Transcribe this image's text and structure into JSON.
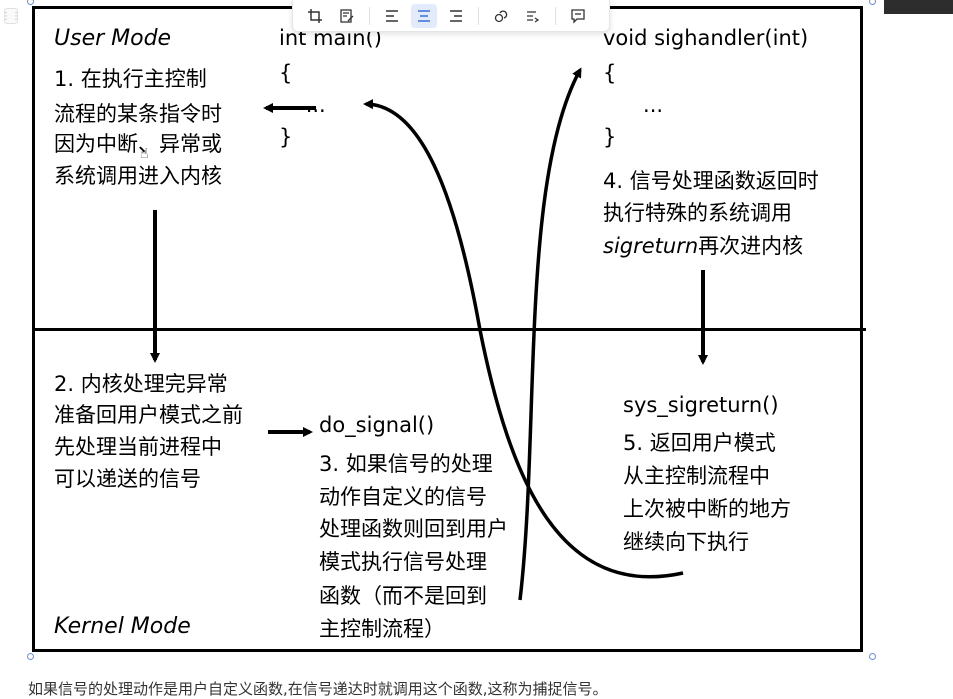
{
  "diagram": {
    "user_mode_label": "User Mode",
    "kernel_mode_label": "Kernel Mode",
    "step1": [
      "1. 在执行主控制",
      "流程的某条指令时",
      "因为中断、异常或",
      "系统调用进入内核"
    ],
    "main_func": [
      "int main()",
      "{",
      "    ...",
      "}"
    ],
    "handler_func": [
      "void sighandler(int)",
      "{",
      "      ...",
      "}"
    ],
    "step4_line1": "4. 信号处理函数返回时",
    "step4_line2": "执行特殊的系统调用",
    "step4_sig": "sigreturn",
    "step4_rest": "再次进内核",
    "step2": [
      "2. 内核处理完异常",
      "准备回用户模式之前",
      "先处理当前进程中",
      "可以递送的信号"
    ],
    "do_signal": "do_signal()",
    "step3": [
      "3. 如果信号的处理",
      "动作自定义的信号",
      "处理函数则回到用户",
      "模式执行信号处理",
      "函数（而不是回到",
      "主控制流程）"
    ],
    "sys_sigreturn": "sys_sigreturn()",
    "step5": [
      "5. 返回用户模式",
      "从主控制流程中",
      "上次被中断的地方",
      "继续向下执行"
    ]
  },
  "toolbar": {
    "buttons": [
      {
        "icon": "crop-icon",
        "active": false
      },
      {
        "icon": "edit-note-icon",
        "active": false
      },
      {
        "icon": "align-left-icon",
        "active": false
      },
      {
        "icon": "align-center-icon",
        "active": true
      },
      {
        "icon": "align-right-icon",
        "active": false
      },
      {
        "icon": "link-icon",
        "active": false
      },
      {
        "icon": "convert-icon",
        "active": false
      },
      {
        "icon": "comment-icon",
        "active": false
      }
    ]
  },
  "caption": "如果信号的处理动作是用户自定义函数,在信号递达时就调用这个函数,这称为捕捉信号。",
  "colors": {
    "accent": "#3b6fd8",
    "active_bg": "#e3ebfb",
    "handle": "#6b8fd6"
  }
}
